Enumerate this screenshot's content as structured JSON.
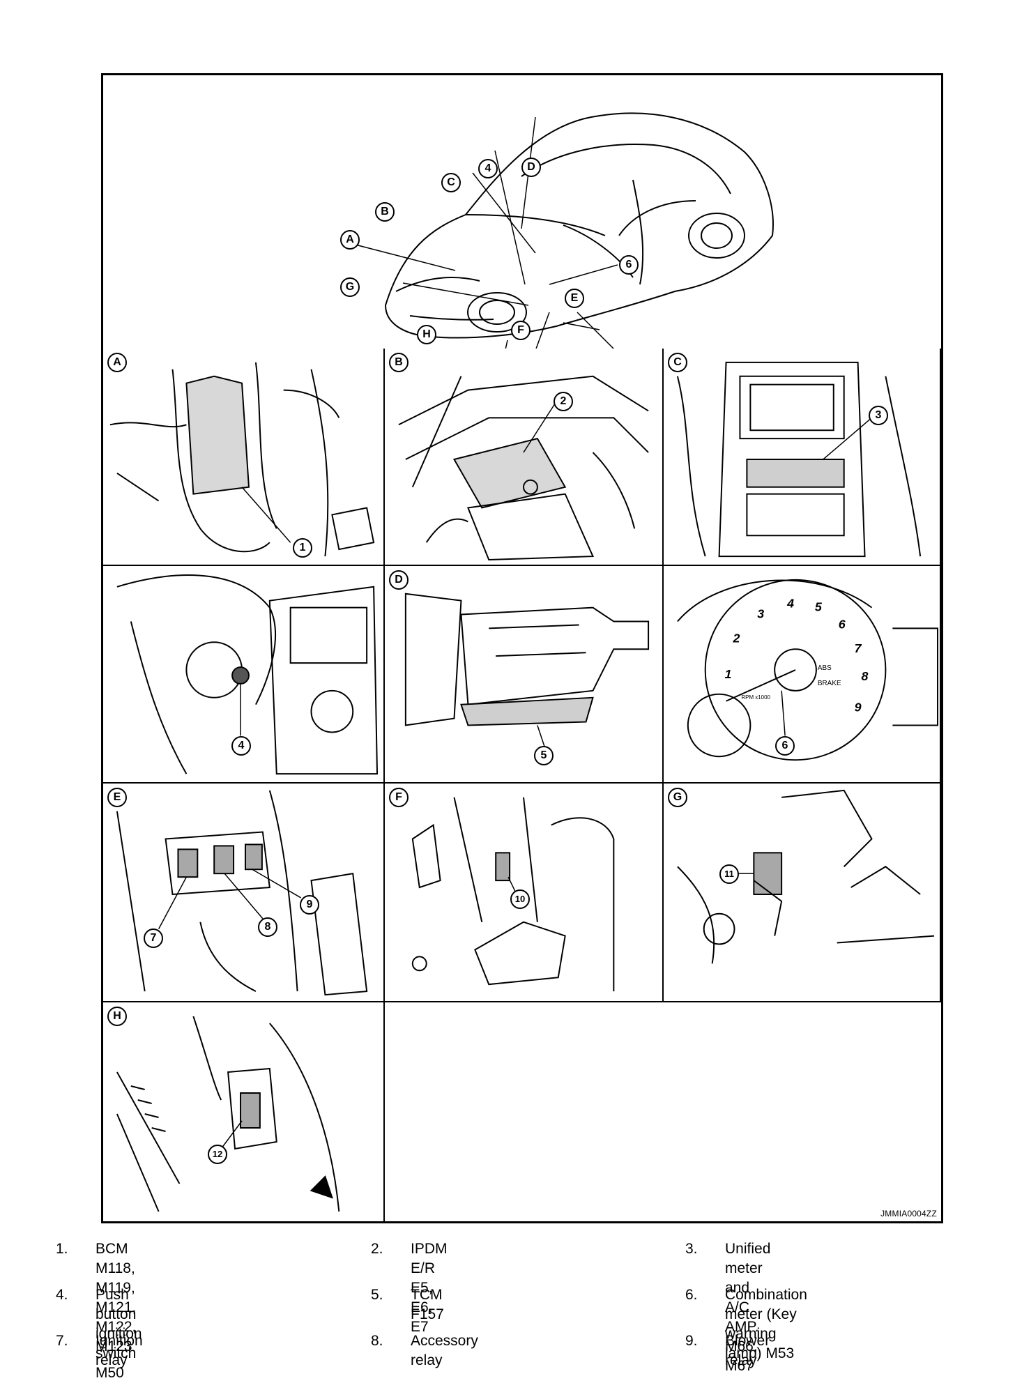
{
  "diagram": {
    "overview_labels": [
      "A",
      "B",
      "C",
      "4",
      "D",
      "6",
      "E",
      "F",
      "H",
      "G"
    ],
    "panels": [
      {
        "letter": "A",
        "callout": "1"
      },
      {
        "letter": "B",
        "callout": "2"
      },
      {
        "letter": "C",
        "callout": "3"
      },
      {
        "letter": "",
        "callout": "4"
      },
      {
        "letter": "D",
        "callout": "5"
      },
      {
        "letter": "",
        "callout": "6"
      },
      {
        "letter": "E",
        "callouts": [
          "7",
          "8",
          "9"
        ]
      },
      {
        "letter": "F",
        "callout": "10"
      },
      {
        "letter": "G",
        "callout": "11"
      },
      {
        "letter": "H",
        "callout": "12"
      }
    ],
    "gauge_numbers": [
      "1",
      "2",
      "3",
      "4",
      "5",
      "6",
      "7",
      "8",
      "9"
    ],
    "gauge_labels": {
      "abs": "ABS",
      "brake": "BRAKE",
      "rpm": "RPM x1000"
    },
    "reference": "JMMIA0004ZZ"
  },
  "legend": [
    {
      "num": "1.",
      "text": "BCM M118, M119, M121, M122,",
      "text2": "M123"
    },
    {
      "num": "2.",
      "text": "IPDM E/R E5, E6, E7",
      "text2": ""
    },
    {
      "num": "3.",
      "text": "Unified meter and A/C AMP. M66,",
      "text2": "M67"
    },
    {
      "num": "4.",
      "text": "Push button ignition switch M50",
      "text2": ""
    },
    {
      "num": "5.",
      "text": "TCM F157",
      "text2": ""
    },
    {
      "num": "6.",
      "text": "Combination meter (Key warning",
      "text2": "lamp) M53"
    },
    {
      "num": "7.",
      "text": "Ignition relay",
      "text2": ""
    },
    {
      "num": "8.",
      "text": "Accessory relay",
      "text2": ""
    },
    {
      "num": "9.",
      "text": "Blower relay",
      "text2": ""
    }
  ]
}
